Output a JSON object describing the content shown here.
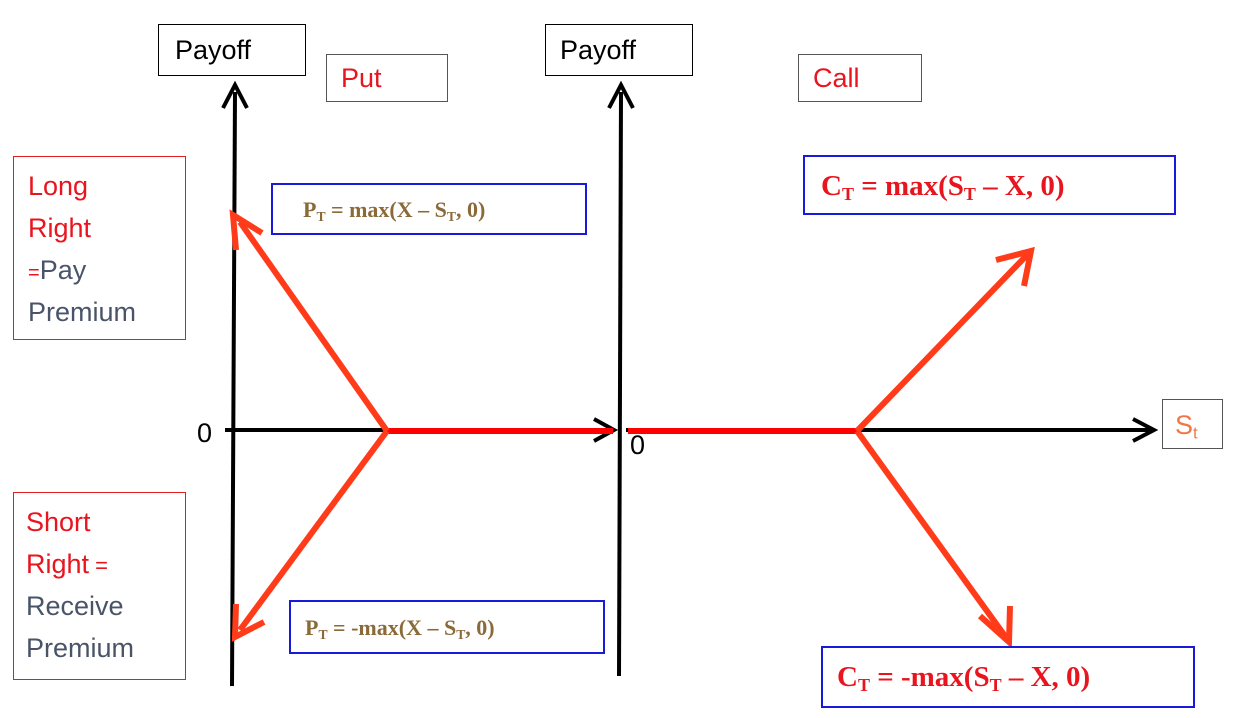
{
  "axis_labels": {
    "put_y": "Payoff",
    "call_y": "Payoff",
    "x": "S",
    "x_sub": "t",
    "put_zero": "0",
    "call_zero": "0"
  },
  "titles": {
    "put": "Put",
    "call": "Call"
  },
  "long_box": {
    "line1": "Long",
    "line2": "Right",
    "line3_eq": "=",
    "line3_rest": "Pay",
    "line4": "Premium"
  },
  "short_box": {
    "line1": "Short",
    "line2": "Right",
    "line2_eq": " =",
    "line3": "Receive",
    "line4": "Premium"
  },
  "formulas": {
    "put_long": {
      "prefix": "P",
      "prefix_sub": "T",
      "body": " = max(X – S",
      "body_sub": "T",
      "suffix": ", 0)"
    },
    "put_short": {
      "prefix": "P",
      "prefix_sub": "T",
      "body": " = -max(X – S",
      "body_sub": "T",
      "suffix": ", 0)"
    },
    "call_long": {
      "prefix": "C",
      "prefix_sub": "T",
      "body": " = max(S",
      "body_sub": "T",
      "suffix": " – X, 0)"
    },
    "call_short": {
      "prefix": "C",
      "prefix_sub": "T",
      "body": " = -max(S",
      "body_sub": "T",
      "suffix": " – X, 0)"
    }
  },
  "colors": {
    "payoff_line": "#ff3b1a",
    "flat_segment": "#ff0000",
    "axis": "#000000",
    "formula_put": "#8b6a3a",
    "formula_call": "#e8141e",
    "label_red": "#e8141e",
    "label_grey": "#4a5468",
    "box_blue": "#1a1adb",
    "box_red": "#e0201e",
    "x_axis_label": "#f07848"
  }
}
